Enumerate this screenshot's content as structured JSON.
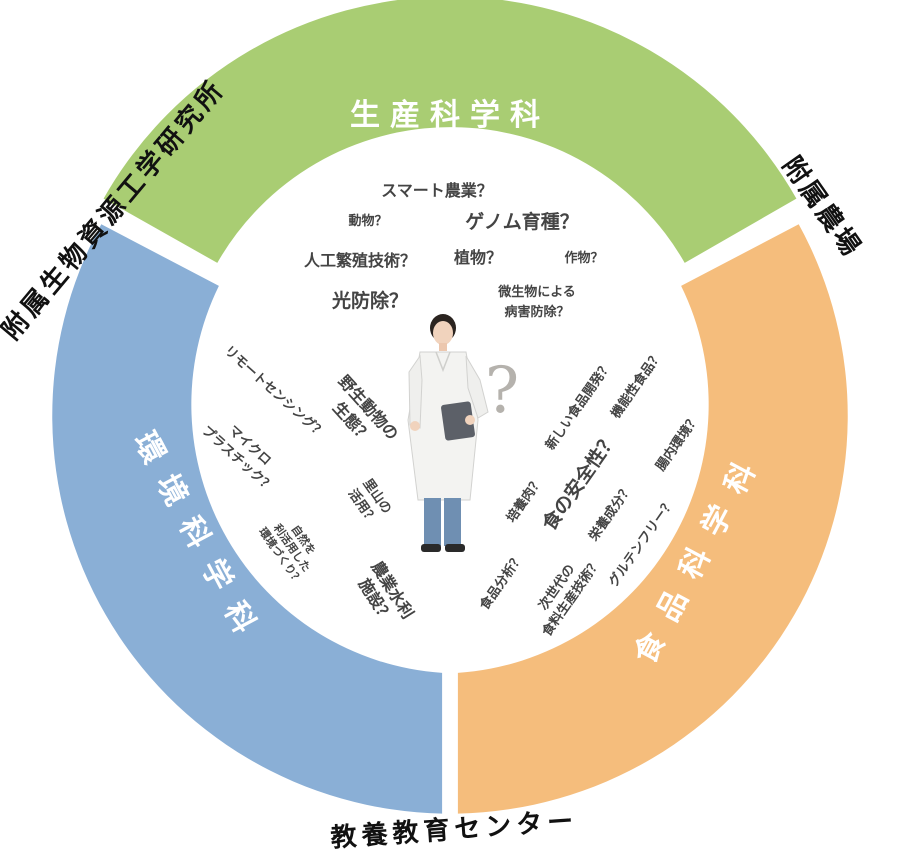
{
  "colors": {
    "production": "#a9cd73",
    "environment": "#8aafd6",
    "food": "#f5bd7c",
    "keyword_text": "#444444",
    "outer_text": "#111111"
  },
  "segments": {
    "production": "生産科学科",
    "environment": "環境科学科",
    "food": "食品科学科"
  },
  "outer_labels": {
    "resource_institute": "附属生物資源工学研究所",
    "farm": "附属農場",
    "education_center": "教養教育センター"
  },
  "production_keywords": {
    "smart_agri": "スマート農業？",
    "animals": "動物？",
    "genome": "ゲノム育種？",
    "artificial_breeding": "人工繁殖技術？",
    "plants": "植物？",
    "crops": "作物？",
    "light_control": "光防除？",
    "microbe_line1": "微生物による",
    "microbe_line2": "病害防除？"
  },
  "environment_keywords": {
    "remote_sensing": "リモートセンシング？",
    "wildlife_line1": "野生動物の",
    "wildlife_line2": "生態？",
    "micro_line1": "マイクロ",
    "micro_line2": "プラスチック？",
    "satoyama_line1": "里山の",
    "satoyama_line2": "活用？",
    "nature_line1": "自然を",
    "nature_line2": "利活用した",
    "nature_line3": "環境づくり？",
    "irrigation_line1": "農業水利",
    "irrigation_line2": "施設？"
  },
  "food_keywords": {
    "new_food": "新しい食品開発？",
    "functional": "機能性食品？",
    "cultured_meat": "培養肉？",
    "safety": "食の安全性？",
    "gut": "腸内環境？",
    "nutrition": "栄養成分？",
    "analysis": "食品分析？",
    "nextgen_line1": "次世代の",
    "nextgen_line2": "食料生産技術？",
    "gluten_free": "グルテンフリー？"
  },
  "center": {
    "question_mark": "?"
  }
}
